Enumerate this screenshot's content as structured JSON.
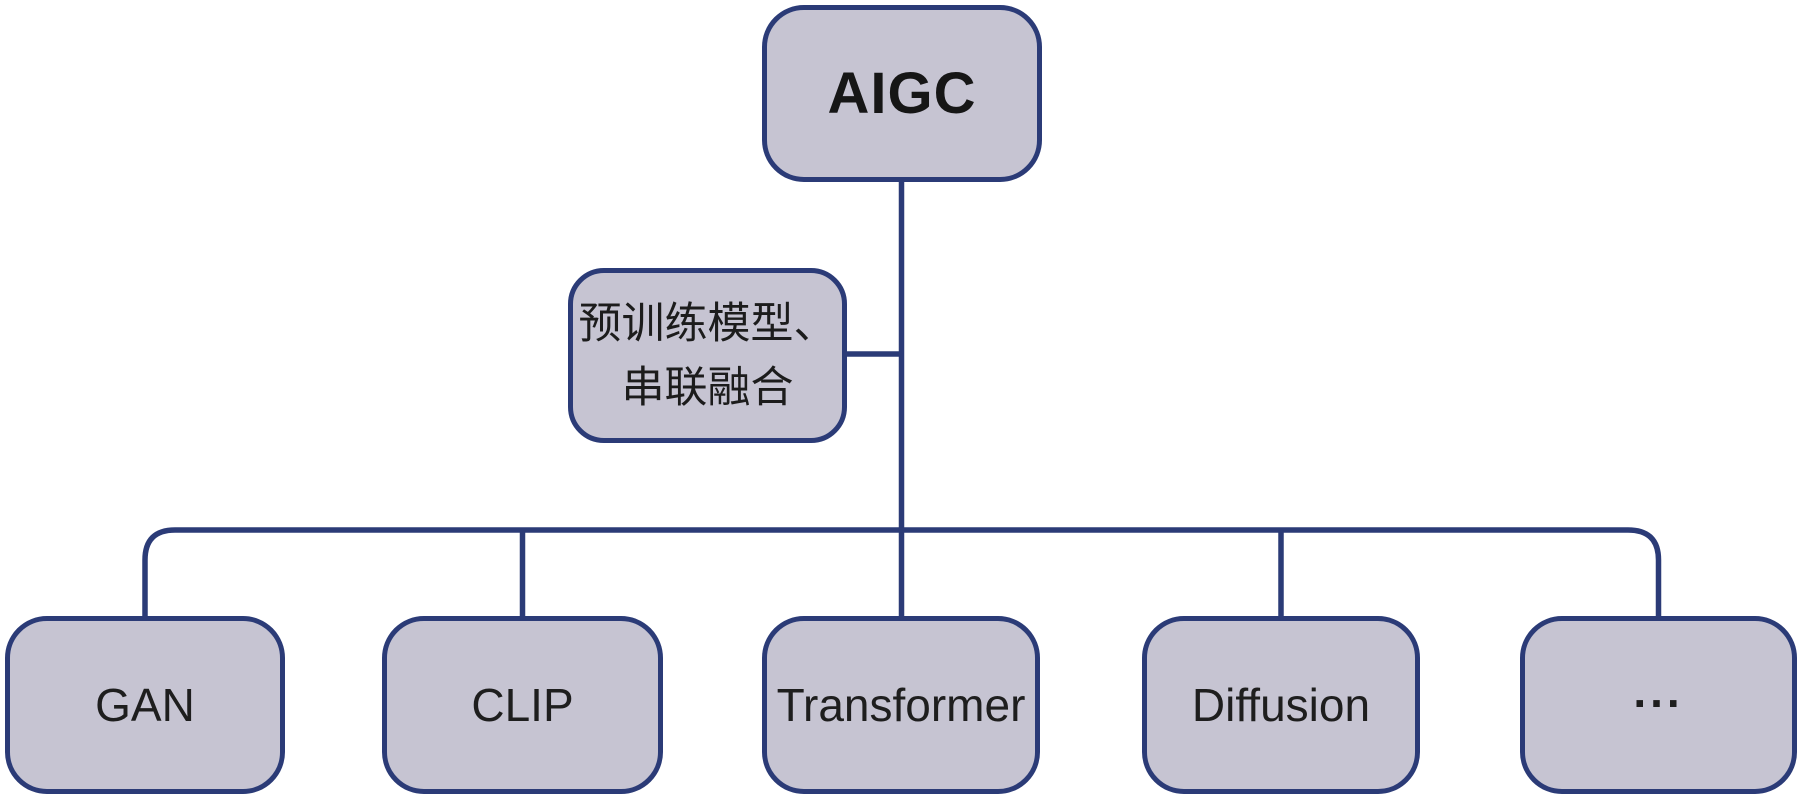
{
  "diagram": {
    "title_node": {
      "label": "AIGC"
    },
    "annotation_node": {
      "line1": "预训练模型、",
      "line2": "串联融合"
    },
    "child_nodes": [
      {
        "label": "GAN"
      },
      {
        "label": "CLIP"
      },
      {
        "label": "Transformer"
      },
      {
        "label": "Diffusion"
      },
      {
        "label": "..."
      }
    ],
    "colors": {
      "node_fill": "#c6c4d2",
      "node_border": "#2b3b77",
      "connector_line": "#2b3b77",
      "label_text": "#1c1c1c",
      "background": "#ffffff"
    }
  }
}
